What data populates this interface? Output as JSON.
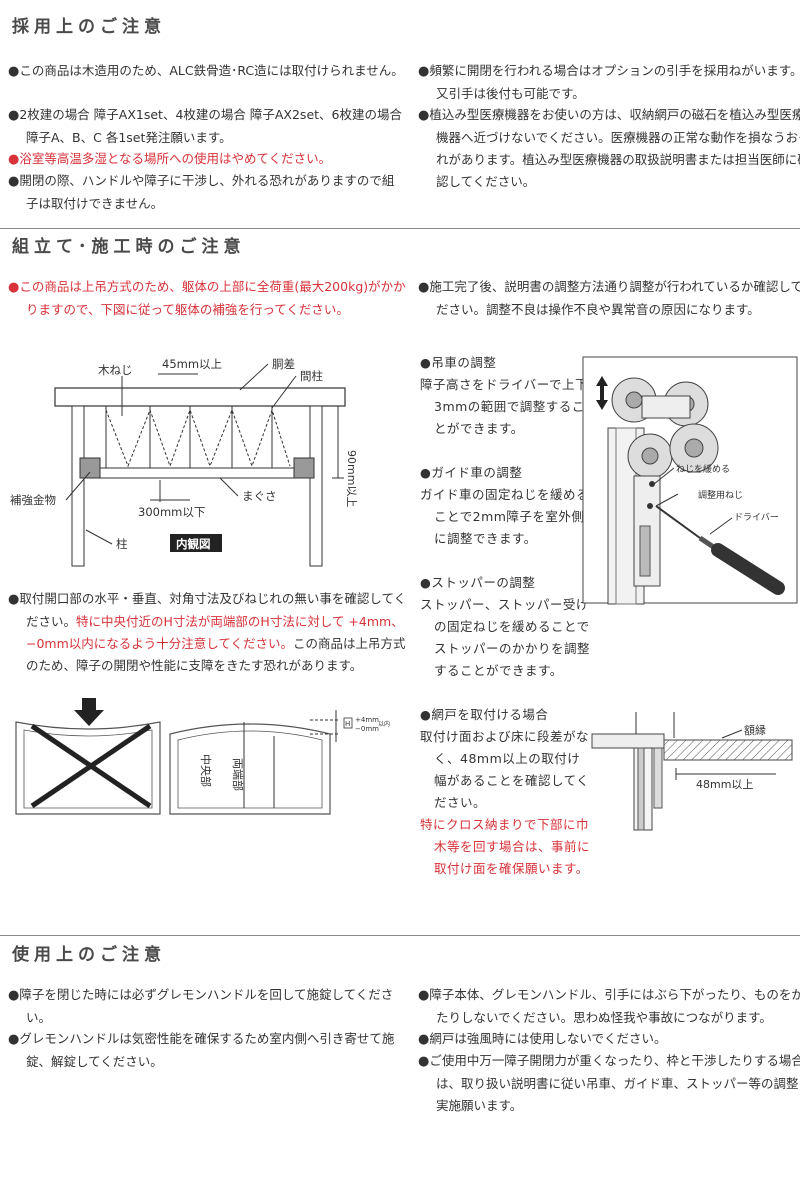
{
  "sections": {
    "adoption": {
      "title": "採用上のご注意",
      "left": [
        {
          "text": "この商品は木造用のため、ALC鉄骨造･RC造には取付けられません。",
          "color": "normal"
        },
        {
          "text": "2枚建の場合 障子AX1set、4枚建の場合 障子AX2set、6枚建の場合 障子A、B、C 各1set発注願います。",
          "color": "normal"
        },
        {
          "text": "浴室等高温多湿となる場所への使用はやめてください。",
          "color": "red"
        },
        {
          "text": "開閉の際、ハンドルや障子に干渉し、外れる恐れがありますので組子は取付けできません。",
          "color": "normal"
        }
      ],
      "right": [
        {
          "text": "頻繁に開閉を行われる場合はオプションの引手を採用ねがいます。又引手は後付も可能です。"
        },
        {
          "text": "植込み型医療機器をお使いの方は、収納網戸の磁石を植込み型医療機器へ近づけないでください。医療機器の正常な動作を損なうおそれがあります。植込み型医療機器の取扱説明書または担当医師に確認してください。"
        }
      ]
    },
    "assembly": {
      "title": "組立て･施工時のご注意",
      "intro_red": "この商品は上吊方式のため、躯体の上部に全荷重(最大200kg)がかかりますので、下図に従って躯体の補強を行ってください。",
      "opening_a": "取付開口部の水平・垂直、対角寸法及びねじれの無い事を確認してください。",
      "opening_red": "特に中央付近のH寸法が両端部のH寸法に対して +4mm、−0mm以内になるよう十分注意してください。",
      "opening_b": "この商品は上吊方式のため、障子の開閉や性能に支障をきたす恐れがあります。",
      "right_intro": "施工完了後、説明書の調整方法通り調整が行われているか確認してください。調整不良は操作不良や異常音の原因になります。",
      "hanger": {
        "title": "吊車の調整",
        "body": "障子高さをドライバーで上下3mmの範囲で調整することができます。"
      },
      "guide": {
        "title": "ガイド車の調整",
        "body": "ガイド車の固定ねじを緩めることで2mm障子を室外側に調整できます。"
      },
      "stopper": {
        "title": "ストッパーの調整",
        "body": "ストッパー、ストッパー受けの固定ねじを緩めることでストッパーのかかりを調整することができます。"
      },
      "screen": {
        "title": "網戸を取付ける場合",
        "body": "取付け面および床に段差がなく、48mm以上の取付け幅があることを確認してください。",
        "red": "特にクロス納まりで下部に巾木等を回す場合は、事前に取付け面を確保願います。"
      }
    },
    "usage": {
      "title": "使用上のご注意",
      "left": [
        {
          "text": "障子を閉じた時には必ずグレモンハンドルを回して施錠してください。"
        },
        {
          "text": "グレモンハンドルは気密性能を確保するため室内側へ引き寄せて施錠、解錠してください。"
        }
      ],
      "right": [
        {
          "text": "障子本体、グレモンハンドル、引手にはぶら下がったり、ものをかけたりしないでください。思わぬ怪我や事故につながります。"
        },
        {
          "text": "網戸は強風時には使用しないでください。"
        },
        {
          "text": "ご使用中万一障子開閉力が重くなったり、枠と干渉したりする場合は、取り扱い説明書に従い吊車、ガイド車、ストッパー等の調整を実施願います。"
        }
      ]
    }
  },
  "diagrams": {
    "reinforce": {
      "label_screw": "木ねじ",
      "label_45": "45mm以上",
      "label_dousa": "胴差",
      "label_mabashira": "間柱",
      "label_90": "90mm以上",
      "label_metal": "補強金物",
      "label_300": "300mm以下",
      "label_magusa": "まぐさ",
      "label_hashira": "柱",
      "label_naikan": "内観図"
    },
    "opening": {
      "label_chuo": "中央部",
      "label_ryotan": "両端部",
      "label_tol_a": "+4mm",
      "label_tol_b": "−0mm",
      "label_tol_c": "以内",
      "label_h": "H"
    },
    "hanger": {
      "label_loosen": "ねじを緩める",
      "label_adjust": "調整用ねじ",
      "label_driver": "ドライバー"
    },
    "screen": {
      "label_frame": "額縁",
      "label_48": "48mm以上"
    }
  },
  "colors": {
    "red": "#d8323a",
    "text": "#333333",
    "rule": "#8a8a8a"
  }
}
